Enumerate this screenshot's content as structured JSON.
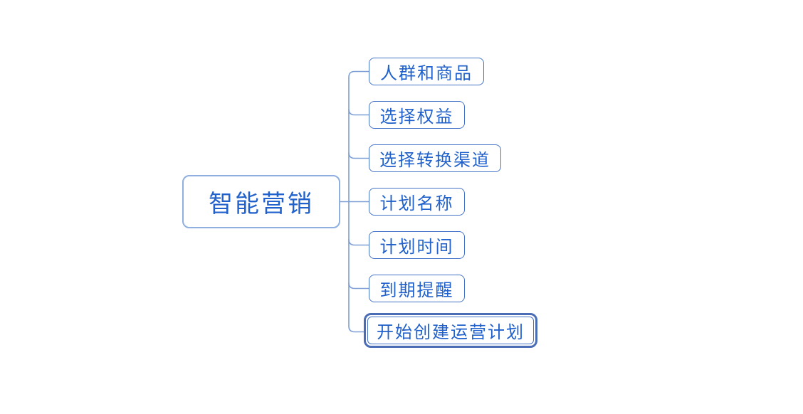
{
  "type": "mindmap",
  "colors": {
    "canvas_bg": "#ffffff",
    "root_border": "#8fafe0",
    "node_border": "#4573c5",
    "connector": "#7d9fd6",
    "text_color": "#2161cb",
    "selection": "#4a6db5"
  },
  "root": {
    "label": "智能营销"
  },
  "children": [
    {
      "label": "人群和商品",
      "selected": false
    },
    {
      "label": "选择权益",
      "selected": false
    },
    {
      "label": "选择转换渠道",
      "selected": false
    },
    {
      "label": "计划名称",
      "selected": false
    },
    {
      "label": "计划时间",
      "selected": false
    },
    {
      "label": "到期提醒",
      "selected": false
    },
    {
      "label": "开始创建运营计划",
      "selected": true
    }
  ]
}
